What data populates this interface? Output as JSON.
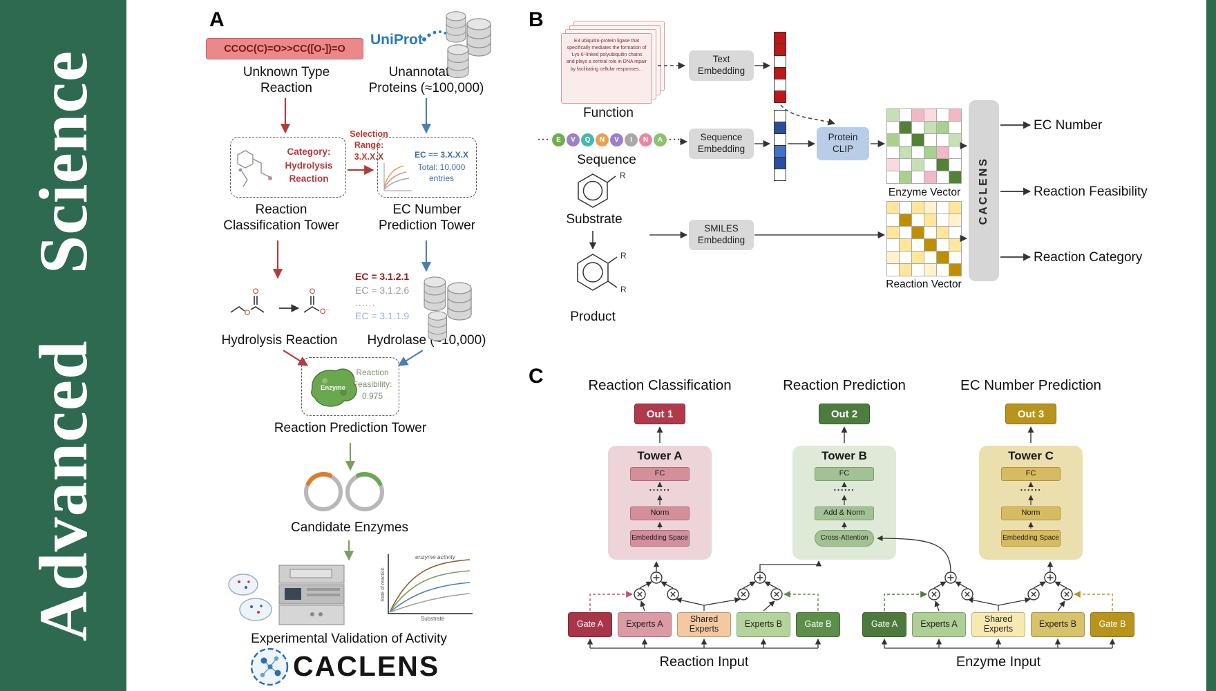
{
  "sidebar": {
    "journal": "Advanced Science"
  },
  "panelA": {
    "label": "A",
    "smiles": "CCOC(C)=O>>CC([O-])=O",
    "unknown_reaction": "Unknown Type Reaction",
    "uniprot": "UniProt",
    "unannotated_proteins": "Unannotated Proteins (≈100,000)",
    "category": "Category:\nHydrolysis\nReaction",
    "selection_range": "Selection\nRange:\n3.X.X.X",
    "ec_filter": "EC == 3.X.X.X",
    "ec_total": "Total: 10,000\nentries",
    "classification_tower": "Reaction Classification Tower",
    "ec_tower": "EC Number Prediction Tower",
    "hydrolysis_reaction": "Hydrolysis Reaction",
    "ec_list": [
      "EC = 3.1.2.1",
      "EC = 3.1.2.6",
      "......",
      "EC = 3.1.1.9"
    ],
    "hydrolase": "Hydrolase (≈10,000)",
    "enzyme": "Enzyme",
    "feasibility": "Reaction\nFeasibility:\n0.975",
    "prediction_tower": "Reaction Prediction Tower",
    "candidate_enzymes": "Candidate Enzymes",
    "graph": {
      "title": "enzyme activity",
      "ylabel": "Rate of reaction",
      "xlabel": "Substrate"
    },
    "validation": "Experimental Validation of Activity",
    "logo": "CACLENS"
  },
  "panelB": {
    "label": "B",
    "function_text": "E3 ubiquitin-protein ligase that specifically mediates the formation of 'Lys-6'-linked polyubiquitin chains and plays a central role in DNA repair by facilitating cellular responses...",
    "function": "Function",
    "text_embedding": "Text Embedding",
    "ellipsis": "···",
    "sequence": "Sequence",
    "sequence_embedding": "Sequence Embedding",
    "protein_clip": "Protein CLIP",
    "smiles_embedding": "SMILES Embedding",
    "substrate": "Substrate",
    "product": "Product",
    "r_group": "R",
    "enzyme_vector": "Enzyme Vector",
    "reaction_vector": "Reaction Vector",
    "caclens": "CACLENS",
    "outputs": [
      "EC Number",
      "Reaction Feasibility",
      "Reaction Category"
    ],
    "sequence_chips": [
      {
        "ch": "E",
        "color": "#6fae4e"
      },
      {
        "ch": "V",
        "color": "#9b7fc8"
      },
      {
        "ch": "Q",
        "color": "#45b8b0"
      },
      {
        "ch": "N",
        "color": "#e8a14e"
      },
      {
        "ch": "V",
        "color": "#9b7fc8"
      },
      {
        "ch": "I",
        "color": "#a8a8a8"
      },
      {
        "ch": "N",
        "color": "#e887a3"
      },
      {
        "ch": "A",
        "color": "#8fc06a"
      }
    ],
    "text_vector": [
      "#c01818",
      "#c01818",
      "#ffffff",
      "#c01818",
      "#ffffff",
      "#c01818"
    ],
    "seq_vector": [
      "#ffffff",
      "#2a4f9f",
      "#ffffff",
      "#4472c4",
      "#2a4f9f",
      "#ffffff"
    ],
    "enzyme_matrix": [
      [
        "#c6e0b4",
        "#ffffff",
        "#f2b8c6",
        "#fadadd",
        "#ffffff",
        "#f2b8c6"
      ],
      [
        "#ffffff",
        "#538135",
        "#ffffff",
        "#c6e0b4",
        "#a9d18e",
        "#ffffff"
      ],
      [
        "#a9d18e",
        "#ffffff",
        "#538135",
        "#ffffff",
        "#ffffff",
        "#c6e0b4"
      ],
      [
        "#ffffff",
        "#c6e0b4",
        "#ffffff",
        "#a9d18e",
        "#f2b8c6",
        "#ffffff"
      ],
      [
        "#fadadd",
        "#ffffff",
        "#c6e0b4",
        "#ffffff",
        "#538135",
        "#ffffff"
      ],
      [
        "#ffffff",
        "#a9d18e",
        "#ffffff",
        "#f2b8c6",
        "#ffffff",
        "#538135"
      ]
    ],
    "reaction_matrix": [
      [
        "#ffe699",
        "#ffffff",
        "#ffe699",
        "#fff2cc",
        "#ffffff",
        "#ffe699"
      ],
      [
        "#ffffff",
        "#bf8f00",
        "#ffffff",
        "#ffe699",
        "#ffffff",
        "#fff2cc"
      ],
      [
        "#ffe699",
        "#ffffff",
        "#bf8f00",
        "#ffffff",
        "#ffe699",
        "#ffffff"
      ],
      [
        "#ffffff",
        "#ffe699",
        "#ffffff",
        "#bf8f00",
        "#ffffff",
        "#ffe699"
      ],
      [
        "#fff2cc",
        "#ffffff",
        "#ffe699",
        "#ffffff",
        "#bf8f00",
        "#ffffff"
      ],
      [
        "#ffffff",
        "#ffe699",
        "#ffffff",
        "#fff2cc",
        "#ffffff",
        "#bf8f00"
      ]
    ]
  },
  "panelC": {
    "label": "C",
    "titles": [
      "Reaction Classification",
      "Reaction Prediction",
      "EC Number Prediction"
    ],
    "outs": [
      "Out 1",
      "Out 2",
      "Out 3"
    ],
    "towers": [
      {
        "name": "Tower A",
        "fc": "FC",
        "dots": "......",
        "norm": "Norm",
        "base": "Embedding Space"
      },
      {
        "name": "Tower B",
        "fc": "FC",
        "dots": "......",
        "norm": "Add & Norm",
        "base": "Cross-Attention"
      },
      {
        "name": "Tower C",
        "fc": "FC",
        "dots": "......",
        "norm": "Norm",
        "base": "Embedding Space"
      }
    ],
    "reaction_experts": [
      "Gate A",
      "Experts A",
      "Shared Experts",
      "Experts B",
      "Gate B"
    ],
    "enzyme_experts": [
      "Gate A",
      "Experts A",
      "Shared Experts",
      "Experts B",
      "Gate B"
    ],
    "reaction_input": "Reaction Input",
    "enzyme_input": "Enzyme Input"
  }
}
